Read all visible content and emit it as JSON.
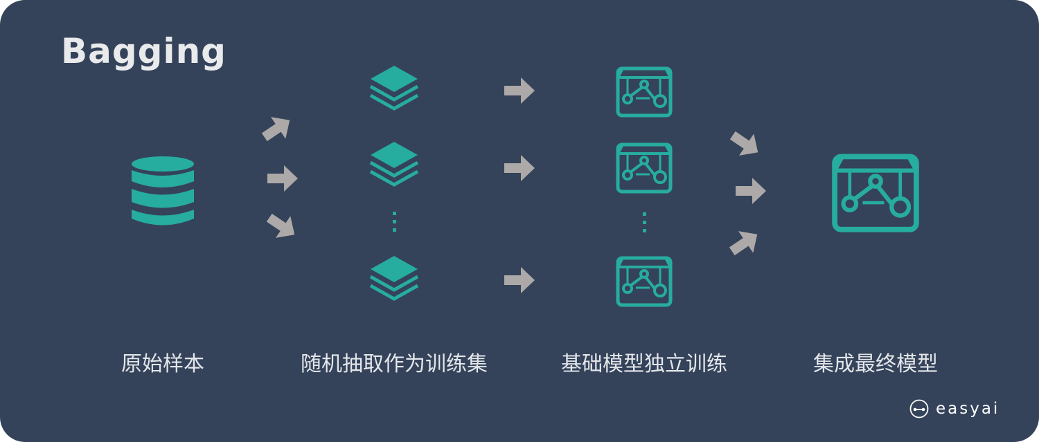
{
  "title": "Bagging",
  "stages": [
    {
      "label": "原始样本"
    },
    {
      "label": "随机抽取作为训练集"
    },
    {
      "label": "基础模型独立训练"
    },
    {
      "label": "集成最终模型"
    }
  ],
  "brand": {
    "name": "easyai"
  },
  "colors": {
    "background": "#34435a",
    "accent": "#27aca0",
    "arrow": "#aca9a8",
    "text": "#e4e6ea"
  },
  "icons": {
    "source": "database-icon",
    "subset": "layers-icon",
    "model": "model-box-icon",
    "final": "model-box-icon",
    "arrow": "arrow-icon",
    "brand": "easyai-logo-icon"
  }
}
